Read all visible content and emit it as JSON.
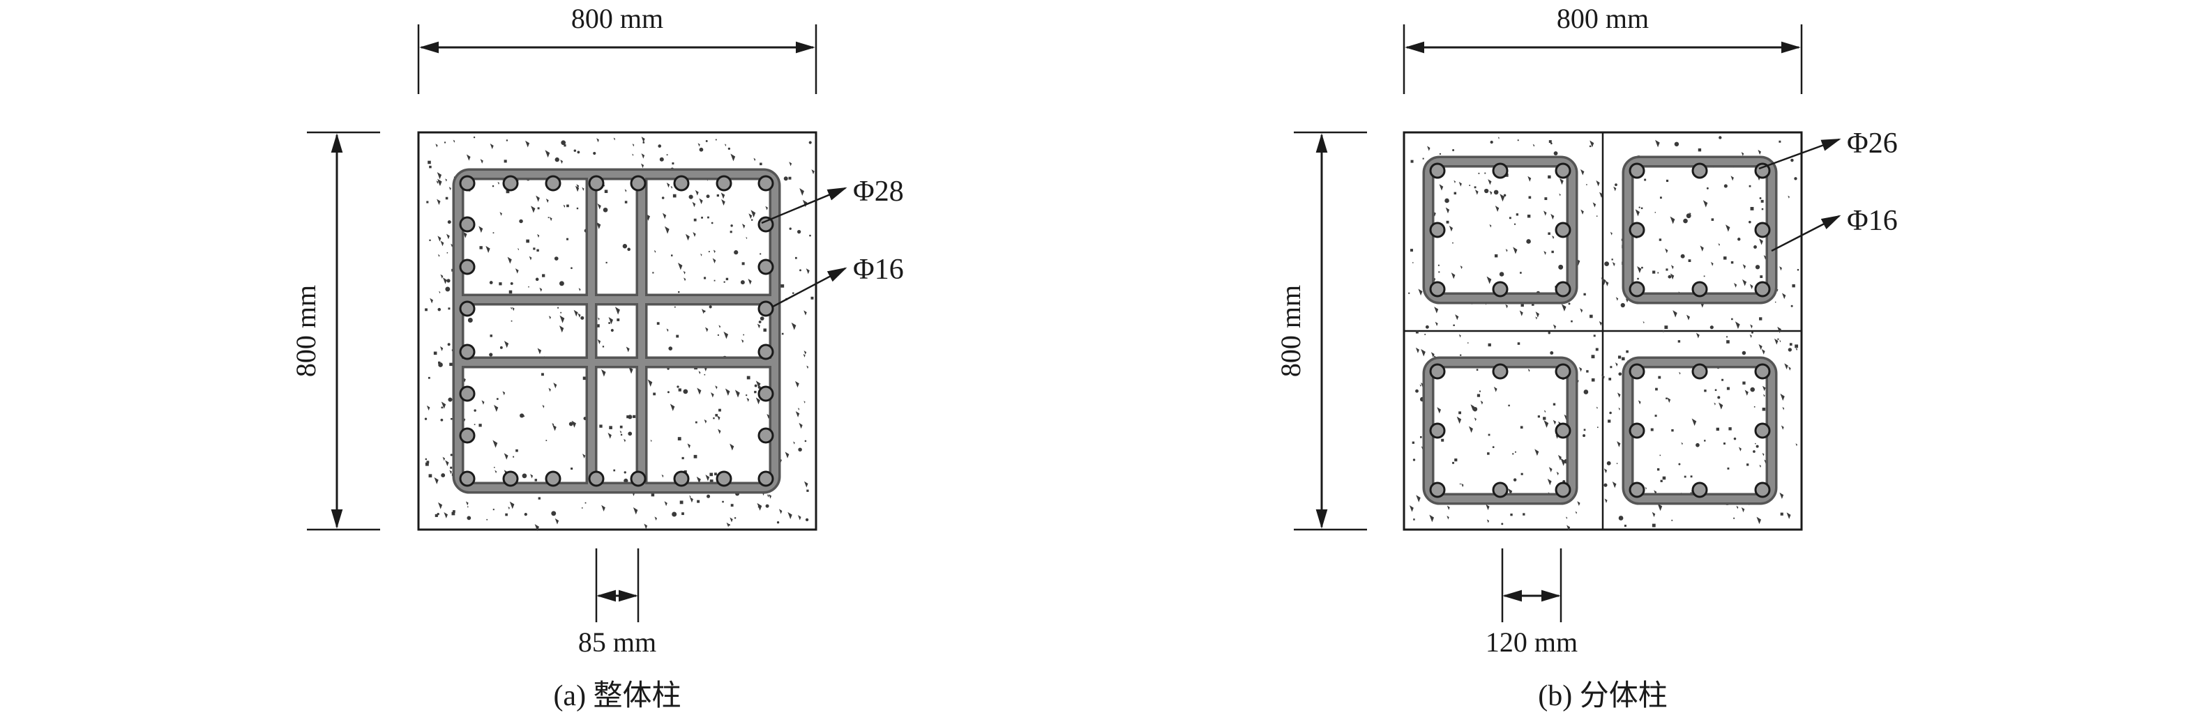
{
  "panels": [
    {
      "caption": "(a) 整体柱",
      "width_label": "800 mm",
      "height_label": "800 mm",
      "spacing_label": "85 mm",
      "callouts": [
        "Φ28",
        "Φ16"
      ]
    },
    {
      "caption": "(b) 分体柱",
      "width_label": "800 mm",
      "height_label": "800 mm",
      "spacing_label": "120 mm",
      "callouts": [
        "Φ26",
        "Φ16"
      ]
    }
  ],
  "colors": {
    "line": "#1a1a1a",
    "stirrup": "#7a7a7a",
    "rebar_fill": "#9a9a9a",
    "aggregate": "#3a3a3a"
  }
}
